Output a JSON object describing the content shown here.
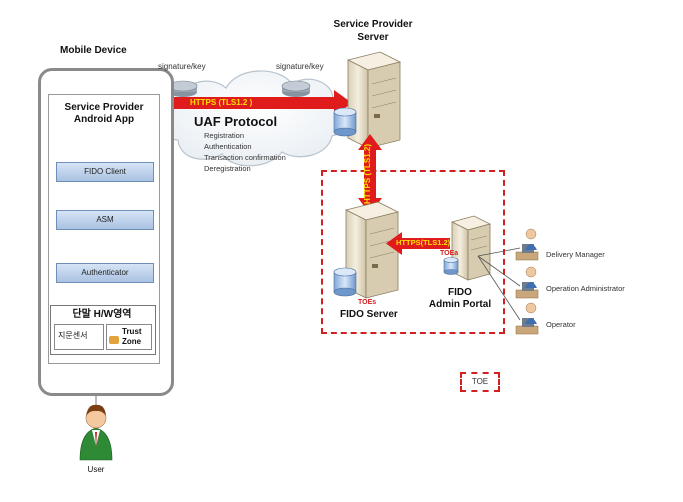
{
  "mobile_device": {
    "title": "Mobile Device",
    "app_label_line1": "Service Provider",
    "app_label_line2": "Android App",
    "fido_client": "FIDO Client",
    "asm": "ASM",
    "authenticator": "Authenticator",
    "hw_area": "단말 H/W영역",
    "fingerprint_sensor": "지문센서",
    "trust_zone_line1": "Trust",
    "trust_zone_line2": "Zone"
  },
  "user": {
    "label": "User"
  },
  "uaf": {
    "signature_left": "signature/key",
    "signature_right": "signature/key",
    "https_label": "HTTPS (TLS1.2 )",
    "protocol_title": "UAF Protocol",
    "operations": [
      "Registration",
      "Authentication",
      "Transaction confirmation",
      "Deregistration"
    ]
  },
  "service_provider_server": {
    "line1": "Service Provider",
    "line2": "Server"
  },
  "vertical_link": {
    "label": "HTTPS (TLS1.2)"
  },
  "fido_server": {
    "toe_tag": "TOEs",
    "label": "FIDO Server"
  },
  "admin_link": {
    "label": "HTTPS(TLS1.2)"
  },
  "admin_portal": {
    "toe_tag": "TOEa",
    "line1": "FIDO",
    "line2": "Admin Portal"
  },
  "operators": [
    "Delivery Manager",
    "Operation  Administrator",
    "Operator"
  ],
  "legend": {
    "label": "TOE"
  },
  "colors": {
    "arrow_red": "#e01b1b",
    "toe_dash": "#d21f1f",
    "server_beige": "#efe6d2",
    "box_blue": "#b7cde9"
  }
}
